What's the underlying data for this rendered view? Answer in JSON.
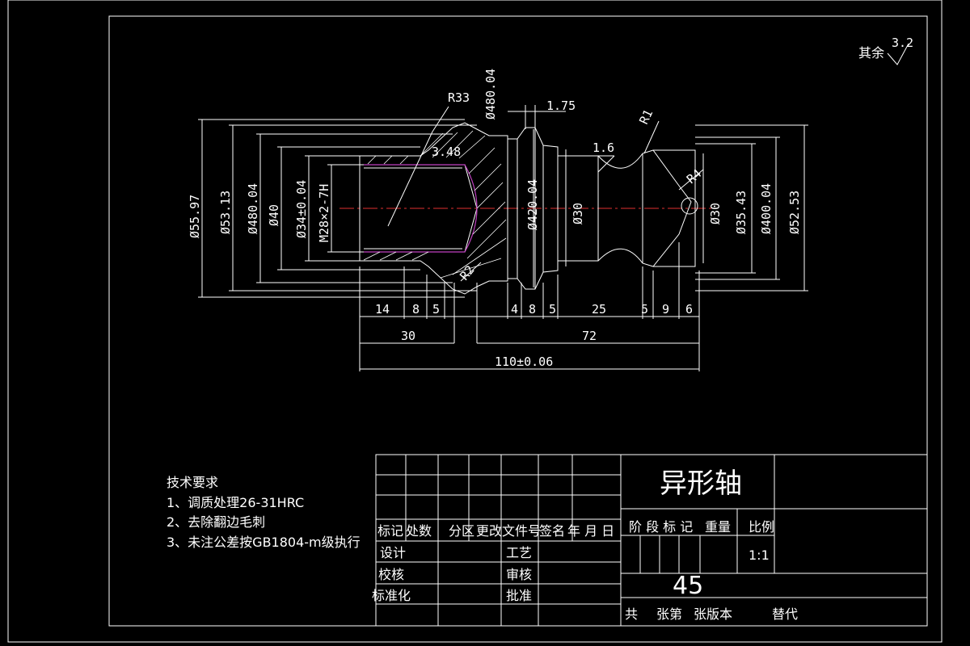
{
  "surface_note": {
    "label": "其余",
    "value": "3.2"
  },
  "dimensions": {
    "r33": "R33",
    "d48a": "Ø480.04",
    "d1_75": "1.75",
    "r1": "R1",
    "d3_48": "3.48",
    "d1_6": "1.6",
    "r4": "R4",
    "r2": "R2",
    "d55_97": "Ø55.97",
    "d53_13": "Ø53.13",
    "d48b": "Ø480.04",
    "d40": "Ø40",
    "d34": "Ø34±0.04",
    "m28": "M28×2-7H",
    "d42": "Ø420.04",
    "d30a": "Ø30",
    "d30b": "Ø30",
    "d35_43": "Ø35.43",
    "d40b": "Ø400.04",
    "d52_53": "Ø52.53",
    "l14": "14",
    "l8a": "8",
    "l5a": "5",
    "l4": "4",
    "l8b": "8",
    "l5b": "5",
    "l25": "25",
    "l5c": "5",
    "l9": "9",
    "l6": "6",
    "l30": "30",
    "l72": "72",
    "l110": "110±0.06"
  },
  "tech_requirements": {
    "title": "技术要求",
    "items": [
      "1、调质处理26-31HRC",
      "2、去除翻边毛刺",
      "3、未注公差按GB1804-m级执行"
    ]
  },
  "title_block": {
    "part_name": "异形轴",
    "material": "45",
    "scale": "1:1",
    "row_labels": {
      "mark": "标记",
      "count": "处数",
      "zone": "分区",
      "change_doc": "更改文件号",
      "sign": "签名",
      "date": "年 月 日",
      "design": "设计",
      "craft": "工艺",
      "check": "校核",
      "review": "审核",
      "standard": "标准化",
      "approve": "批准",
      "stage": "阶 段 标 记",
      "weight": "重量",
      "ratio": "比例",
      "total": "共",
      "sheets": "张第",
      "sheet2": "张版本",
      "replace": "替代"
    }
  }
}
